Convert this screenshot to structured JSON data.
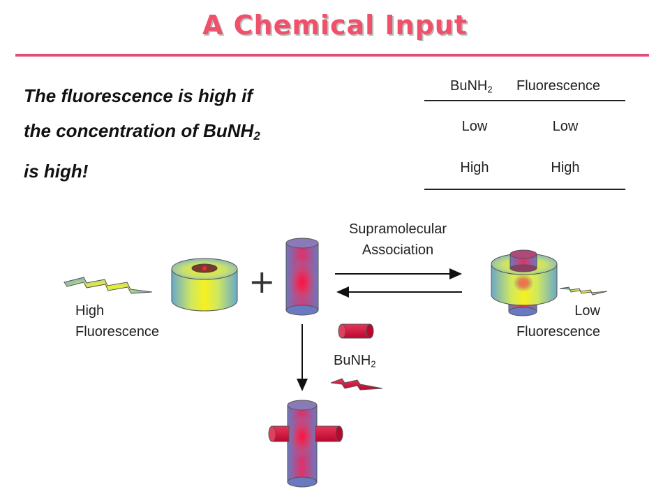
{
  "title": "A Chemical Input",
  "statement": {
    "line1": "The fluorescence is high if",
    "line2_pre": "the concentration of BuNH",
    "line2_sub": "2",
    "line3": "is high!"
  },
  "table": {
    "header_col1_pre": "BuNH",
    "header_col1_sub": "2",
    "header_col2": "Fluorescence",
    "rows": [
      {
        "bunh2": "Low",
        "fluorescence": "Low"
      },
      {
        "bunh2": "High",
        "fluorescence": "High"
      }
    ]
  },
  "diagram": {
    "association_label_line1": "Supramolecular",
    "association_label_line2": "Association",
    "left_fluorescence_line1": "High",
    "left_fluorescence_line2": "Fluorescence",
    "right_fluorescence_line1": "Low",
    "right_fluorescence_line2": "Fluorescence",
    "bunh2_label_pre": "BuNH",
    "bunh2_label_sub": "2",
    "plus_sign": "+"
  },
  "colors": {
    "title": "#f0506a",
    "rule": "#e0507a",
    "host_ring": "#d8e84a",
    "guest_rod": "#8a7ab8",
    "crimson": "#d0103a",
    "lightning_fill": "#e8e850"
  }
}
